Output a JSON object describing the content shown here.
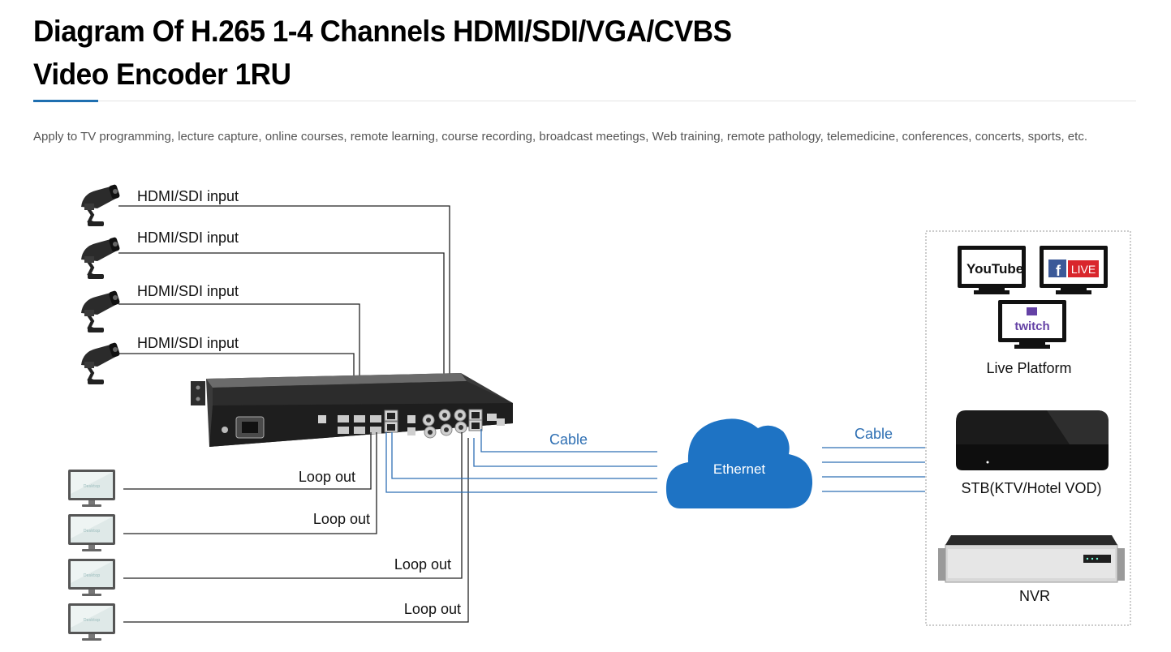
{
  "page": {
    "title": "Diagram Of H.265 1-4 Channels HDMI/SDI/VGA/CVBS Video Encoder 1RU",
    "intro": "Apply to TV programming, lecture capture, online courses, remote learning, course recording, broadcast meetings, Web training, remote pathology, telemedicine, conferences, concerts, sports, etc."
  },
  "diagram": {
    "inputs": [
      "HDMI/SDI input",
      "HDMI/SDI input",
      "HDMI/SDI input",
      "HDMI/SDI input"
    ],
    "outputs": [
      "Loop out",
      "Loop out",
      "Loop out",
      "Loop out"
    ],
    "cable_left": "Cable",
    "cable_right": "Cable",
    "cloud": "Ethernet",
    "platforms": {
      "youtube_logo": "YouTube",
      "facebook_live_logo": "LIVE",
      "twitch_logo": "twitch",
      "label": "Live Platform"
    },
    "stb_label": "STB(KTV/Hotel VOD)",
    "nvr_label": "NVR",
    "icons": [
      "camera-icon",
      "monitor-icon",
      "encoder-device",
      "cloud-icon",
      "tv-screen-icon",
      "set-top-box-icon",
      "nvr-icon"
    ],
    "colors": {
      "connector_black": "#222222",
      "connector_blue": "#2f6fb5",
      "cloud": "#1e73c4",
      "youtube_red": "#e62117",
      "facebook_blue": "#3b5998",
      "live_red": "#d9262c",
      "twitch_purple": "#6441a5"
    }
  }
}
